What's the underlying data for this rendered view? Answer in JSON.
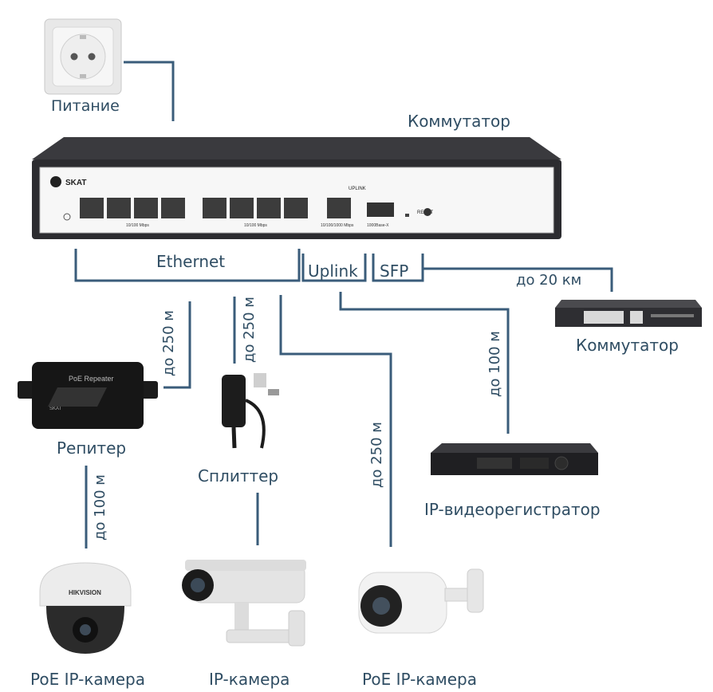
{
  "labels": {
    "power": "Питание",
    "switch_main": "Коммутатор",
    "ethernet": "Ethernet",
    "uplink": "Uplink",
    "sfp": "SFP",
    "distance_20km": "до 20 км",
    "switch_remote": "Коммутатор",
    "distance_100m_nvr": "до 100 м",
    "distance_250m_repeater": "до 250 м",
    "distance_250m_splitter": "до 250 м",
    "distance_250m_camera": "до 250 м",
    "distance_100m_camera": "до 100 м",
    "repeater": "Репитер",
    "splitter": "Сплиттер",
    "nvr": "IP-видеорегистратор",
    "poe_camera_1": "PoE IP-камера",
    "ip_camera": "IP-камера",
    "poe_camera_2": "PoE IP-камера"
  },
  "switch_panel": {
    "brand": "SKAT",
    "uplink_tag": "UPLINK",
    "reset": "RESET",
    "ports_label_1": "10/100 Mbps",
    "ports_label_2": "10/100 Mbps",
    "uplink_speed": "10/100/1000 Mbps",
    "sfp_speed": "1000Base-X"
  },
  "repeater_text": {
    "title": "PoE Repeater",
    "brand": "SKAT"
  },
  "camera_brand": "HIKVISION",
  "colors": {
    "wire": "#3a5c7a",
    "label": "#2f4d63"
  }
}
